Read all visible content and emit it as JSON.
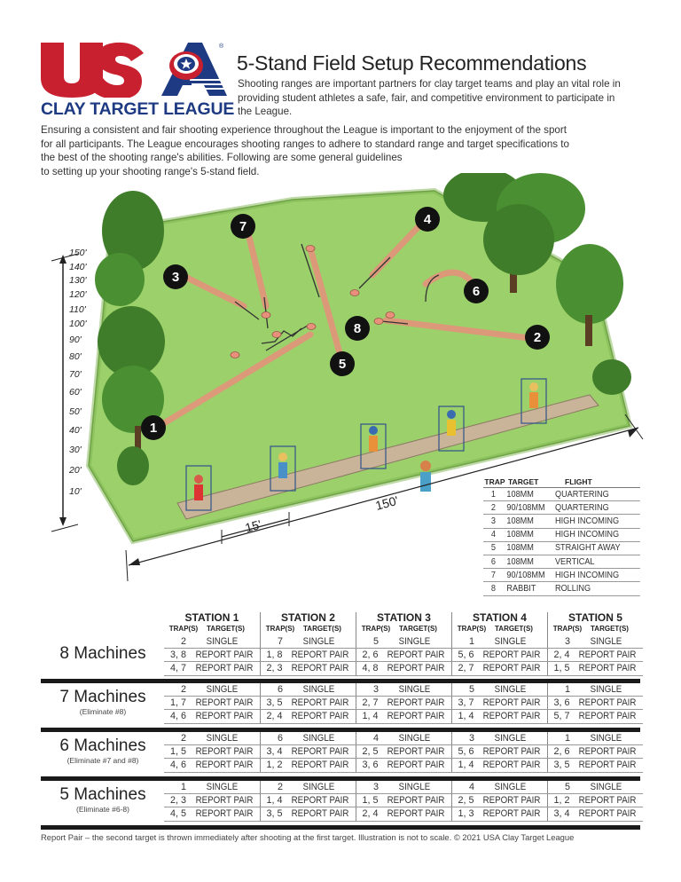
{
  "logo": {
    "letters": "USA",
    "subtitle": "CLAY TARGET LEAGUE",
    "registered": "®",
    "colors": {
      "red": "#c8202f",
      "blue": "#1d3a82"
    }
  },
  "header": {
    "title": "5-Stand Field Setup Recommendations",
    "intro_short": "Shooting ranges are important partners for clay target teams and play an vital role in providing student athletes a safe, fair, and competitive environment to participate in the League.",
    "intro_long_lines": [
      "Ensuring a consistent and fair shooting experience throughout the League is important to the enjoyment of the sport",
      "for all participants. The League encourages shooting ranges to adhere to standard range and target specifications to",
      "the best of the shooting range's abilities. Following are some general guidelines",
      "to setting up your shooting range's 5-stand field."
    ]
  },
  "illustration": {
    "ruler_ticks": [
      "150'",
      "140'",
      "130'",
      "120'",
      "110'",
      "100'",
      "90'",
      "80'",
      "70'",
      "60'",
      "50'",
      "40'",
      "30'",
      "20'",
      "10'"
    ],
    "dimension_length": "150'",
    "dimension_spacing": "15'",
    "traps": [
      "1",
      "2",
      "3",
      "4",
      "5",
      "6",
      "7",
      "8"
    ],
    "colors": {
      "grass": "#9bd06a",
      "grass_dark": "#7fb552",
      "path": "#c9b49a",
      "flight": "#e8907c",
      "badge": "#111111",
      "tree": "#3f7d2a"
    }
  },
  "trap_table": {
    "headers": {
      "trap": "TRAP",
      "target": "TARGET",
      "flight": "FLIGHT"
    },
    "rows": [
      {
        "trap": "1",
        "target": "108MM",
        "flight": "QUARTERING"
      },
      {
        "trap": "2",
        "target": "90/108MM",
        "flight": "QUARTERING"
      },
      {
        "trap": "3",
        "target": "108MM",
        "flight": "HIGH INCOMING"
      },
      {
        "trap": "4",
        "target": "108MM",
        "flight": "HIGH INCOMING"
      },
      {
        "trap": "5",
        "target": "108MM",
        "flight": "STRAIGHT AWAY"
      },
      {
        "trap": "6",
        "target": "108MM",
        "flight": "VERTICAL"
      },
      {
        "trap": "7",
        "target": "90/108MM",
        "flight": "HIGH INCOMING"
      },
      {
        "trap": "8",
        "target": "RABBIT",
        "flight": "ROLLING"
      }
    ]
  },
  "stations": {
    "names": [
      "STATION 1",
      "STATION 2",
      "STATION 3",
      "STATION 4",
      "STATION 5"
    ],
    "sub_trap": "TRAP(S)",
    "sub_target": "TARGET(S)",
    "groups": [
      {
        "label": "8 Machines",
        "note": "",
        "rows": [
          [
            [
              "2",
              "SINGLE"
            ],
            [
              "7",
              "SINGLE"
            ],
            [
              "5",
              "SINGLE"
            ],
            [
              "1",
              "SINGLE"
            ],
            [
              "3",
              "SINGLE"
            ]
          ],
          [
            [
              "3, 8",
              "REPORT PAIR"
            ],
            [
              "1, 8",
              "REPORT PAIR"
            ],
            [
              "2, 6",
              "REPORT PAIR"
            ],
            [
              "5, 6",
              "REPORT PAIR"
            ],
            [
              "2, 4",
              "REPORT PAIR"
            ]
          ],
          [
            [
              "4, 7",
              "REPORT PAIR"
            ],
            [
              "2, 3",
              "REPORT PAIR"
            ],
            [
              "4, 8",
              "REPORT PAIR"
            ],
            [
              "2, 7",
              "REPORT PAIR"
            ],
            [
              "1, 5",
              "REPORT PAIR"
            ]
          ]
        ]
      },
      {
        "label": "7 Machines",
        "note": "(Eliminate #8)",
        "rows": [
          [
            [
              "2",
              "SINGLE"
            ],
            [
              "6",
              "SINGLE"
            ],
            [
              "3",
              "SINGLE"
            ],
            [
              "5",
              "SINGLE"
            ],
            [
              "1",
              "SINGLE"
            ]
          ],
          [
            [
              "1, 7",
              "REPORT PAIR"
            ],
            [
              "3, 5",
              "REPORT PAIR"
            ],
            [
              "2, 7",
              "REPORT PAIR"
            ],
            [
              "3, 7",
              "REPORT PAIR"
            ],
            [
              "3, 6",
              "REPORT PAIR"
            ]
          ],
          [
            [
              "4, 6",
              "REPORT PAIR"
            ],
            [
              "2, 4",
              "REPORT PAIR"
            ],
            [
              "1, 4",
              "REPORT PAIR"
            ],
            [
              "1, 4",
              "REPORT PAIR"
            ],
            [
              "5, 7",
              "REPORT PAIR"
            ]
          ]
        ]
      },
      {
        "label": "6 Machines",
        "note": "(Eliminate #7 and #8)",
        "rows": [
          [
            [
              "2",
              "SINGLE"
            ],
            [
              "6",
              "SINGLE"
            ],
            [
              "4",
              "SINGLE"
            ],
            [
              "3",
              "SINGLE"
            ],
            [
              "1",
              "SINGLE"
            ]
          ],
          [
            [
              "1, 5",
              "REPORT PAIR"
            ],
            [
              "3, 4",
              "REPORT PAIR"
            ],
            [
              "2, 5",
              "REPORT PAIR"
            ],
            [
              "5, 6",
              "REPORT PAIR"
            ],
            [
              "2, 6",
              "REPORT PAIR"
            ]
          ],
          [
            [
              "4, 6",
              "REPORT PAIR"
            ],
            [
              "1, 2",
              "REPORT PAIR"
            ],
            [
              "3, 6",
              "REPORT PAIR"
            ],
            [
              "1, 4",
              "REPORT PAIR"
            ],
            [
              "3, 5",
              "REPORT PAIR"
            ]
          ]
        ]
      },
      {
        "label": "5 Machines",
        "note": "(Eliminate #6-8)",
        "rows": [
          [
            [
              "1",
              "SINGLE"
            ],
            [
              "2",
              "SINGLE"
            ],
            [
              "3",
              "SINGLE"
            ],
            [
              "4",
              "SINGLE"
            ],
            [
              "5",
              "SINGLE"
            ]
          ],
          [
            [
              "2, 3",
              "REPORT PAIR"
            ],
            [
              "1, 4",
              "REPORT PAIR"
            ],
            [
              "1, 5",
              "REPORT PAIR"
            ],
            [
              "2, 5",
              "REPORT PAIR"
            ],
            [
              "1, 2",
              "REPORT PAIR"
            ]
          ],
          [
            [
              "4, 5",
              "REPORT PAIR"
            ],
            [
              "3, 5",
              "REPORT PAIR"
            ],
            [
              "2, 4",
              "REPORT PAIR"
            ],
            [
              "1, 3",
              "REPORT PAIR"
            ],
            [
              "3, 4",
              "REPORT PAIR"
            ]
          ]
        ]
      }
    ]
  },
  "footer": {
    "text": "Report Pair – the second target is thrown immediately after shooting at the first target. Illustration is not to scale. © 2021 USA Clay Target League"
  }
}
